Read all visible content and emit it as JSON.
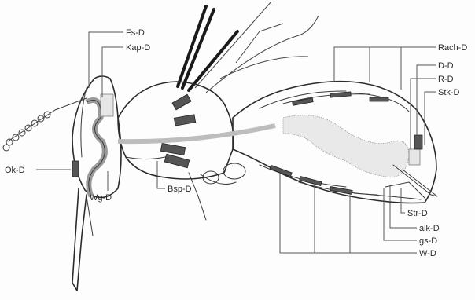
{
  "labels": {
    "fs": "Fs-D",
    "kap": "Kap-D",
    "ok": "Ok-D",
    "wg": "Wg-D",
    "bsp": "Bsp-D",
    "rach": "Rach-D",
    "dd": "D-D",
    "rd": "R-D",
    "stk": "Stk-D",
    "str": "Str-D",
    "alk": "alk-D",
    "gs": "gs-D",
    "wd": "W-D"
  }
}
